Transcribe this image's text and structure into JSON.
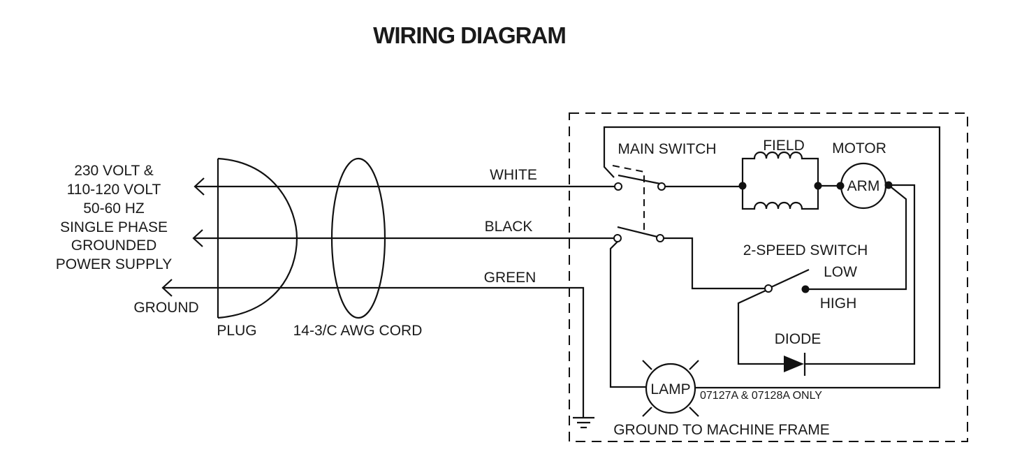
{
  "title": "WIRING DIAGRAM",
  "power_supply": {
    "lines": [
      "230 VOLT &",
      "110-120 VOLT",
      "50-60 HZ",
      "SINGLE PHASE",
      "GROUNDED",
      "POWER SUPPLY"
    ],
    "ground_label": "GROUND"
  },
  "plug": {
    "label": "PLUG"
  },
  "cord": {
    "label": "14-3/C AWG CORD"
  },
  "wires": {
    "white": "WHITE",
    "black": "BLACK",
    "green": "GREEN"
  },
  "components": {
    "main_switch": "MAIN SWITCH",
    "field": "FIELD",
    "motor": "MOTOR",
    "armature": "ARM",
    "two_speed_switch": "2-SPEED SWITCH",
    "low": "LOW",
    "high": "HIGH",
    "diode": "DIODE",
    "lamp": "LAMP",
    "lamp_note": "07127A & 07128A ONLY",
    "ground_frame": "GROUND TO MACHINE FRAME"
  },
  "colors": {
    "ink": "#111111",
    "background": "#ffffff"
  }
}
